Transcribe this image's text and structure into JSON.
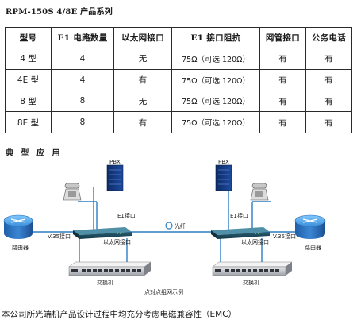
{
  "doc_title": "RPM-150S 4/8E 产品系列",
  "table": {
    "headers": [
      "型号",
      "E1 电路数量",
      "以太网接口",
      "E1 接口阻抗",
      "网管接口",
      "公务电话"
    ],
    "rows": [
      [
        "4 型",
        "4",
        "无",
        "75Ω（可选 120Ω）",
        "有",
        "有"
      ],
      [
        "4E 型",
        "4",
        "有",
        "75Ω（可选 120Ω）",
        "有",
        "有"
      ],
      [
        "8 型",
        "8",
        "无",
        "75Ω（可选 120Ω）",
        "有",
        "有"
      ],
      [
        "8E 型",
        "8",
        "有",
        "75Ω（可选 120Ω）",
        "有",
        "有"
      ]
    ]
  },
  "section_title": "典 型 应 用",
  "diagram": {
    "pbx_left": "PBX",
    "pbx_right": "PBX",
    "e1_left": "E1接口",
    "e1_right": "E1接口",
    "v35_left": "V.35接口",
    "v35_right": "V.35接口",
    "fiber": "光纤",
    "eth_left": "以太网接口",
    "eth_right": "以太网接口",
    "router_left": "路由器",
    "router_right": "路由器",
    "switch_left": "交换机",
    "switch_right": "交换机",
    "caption": "点对点组网示例"
  },
  "footer": "本公司所光端机产品设计过程中均充分考虑电磁兼容性（EMC）"
}
